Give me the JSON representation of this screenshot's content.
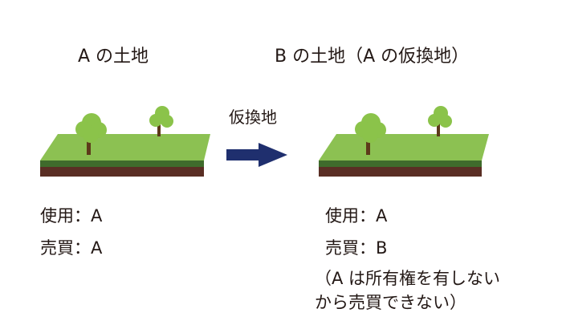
{
  "left": {
    "title": "A の土地",
    "usage": "使用：A",
    "sale": "売買：A"
  },
  "right": {
    "title": "B の土地（A の仮換地）",
    "usage": "使用：A",
    "sale": "売買：B",
    "note_line1": "（A は所有権を有しない",
    "note_line2": "から売買できない）"
  },
  "arrow": {
    "label": "仮換地"
  },
  "colors": {
    "grass_top": "#8cc152",
    "grass_side": "#3f6b2c",
    "soil": "#5a2e24",
    "foliage": "#8bc34a",
    "trunk": "#5d3a1a",
    "arrow": "#1f2f6e"
  }
}
